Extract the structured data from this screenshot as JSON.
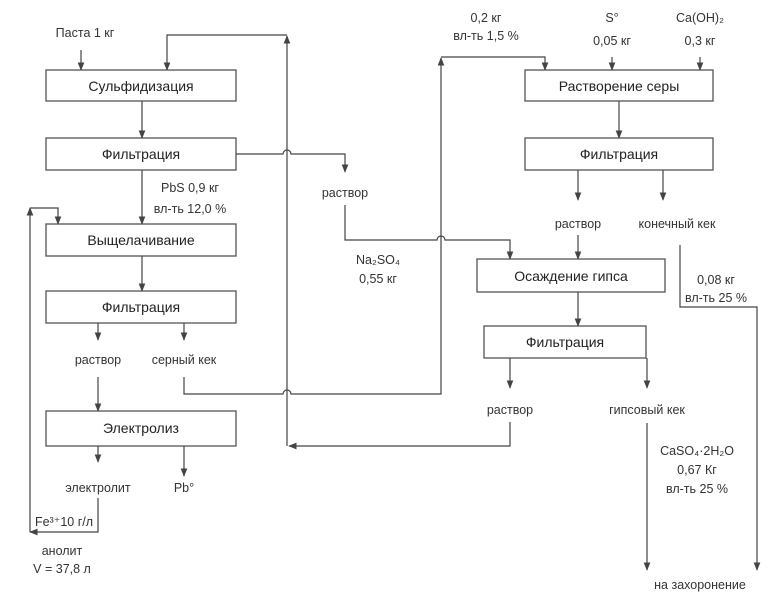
{
  "diagram": {
    "boxes": {
      "sulfidization": "Сульфидизация",
      "filtration1": "Фильтрация",
      "leaching": "Выщелачивание",
      "filtration2": "Фильтрация",
      "electrolysis": "Электролиз",
      "sulfur_dissolution": "Растворение серы",
      "filtration3": "Фильтрация",
      "gypsum_precipitation": "Осаждение гипса",
      "filtration4": "Фильтрация"
    },
    "labels": {
      "paste_input": "Паста 1 кг",
      "pbs_1": "PbS 0,9 кг",
      "pbs_2": "вл-ть 12,0 %",
      "solution1": "раствор",
      "na2so4_1": "Na₂SO₄",
      "na2so4_2": "0,55 кг",
      "solution2": "раствор",
      "sulfur_cake": "серный кек",
      "electrolyte": "электролит",
      "pb_metal": "Pb°",
      "fe_conc": "Fe³⁺10 г/л",
      "anolyte": "анолит",
      "anolyte_volume": "V = 37,8 л",
      "recycle_1": "0,2 кг",
      "recycle_2": "вл-ть 1,5 %",
      "sulfur_1": "S°",
      "sulfur_2": "0,05 кг",
      "caoh2_1": "Ca(OH)₂",
      "caoh2_2": "0,3 кг",
      "solution3": "раствор",
      "final_cake": "конечный кек",
      "final_cake_1": "0,08 кг",
      "final_cake_2": "вл-ть 25 %",
      "solution4": "раствор",
      "gypsum_cake": "гипсовый кек",
      "gypsum_1": "CaSO₄·2H₂O",
      "gypsum_2": "0,67 Кг",
      "gypsum_3": "вл-ть 25 %",
      "disposal": "на захоронение"
    }
  }
}
